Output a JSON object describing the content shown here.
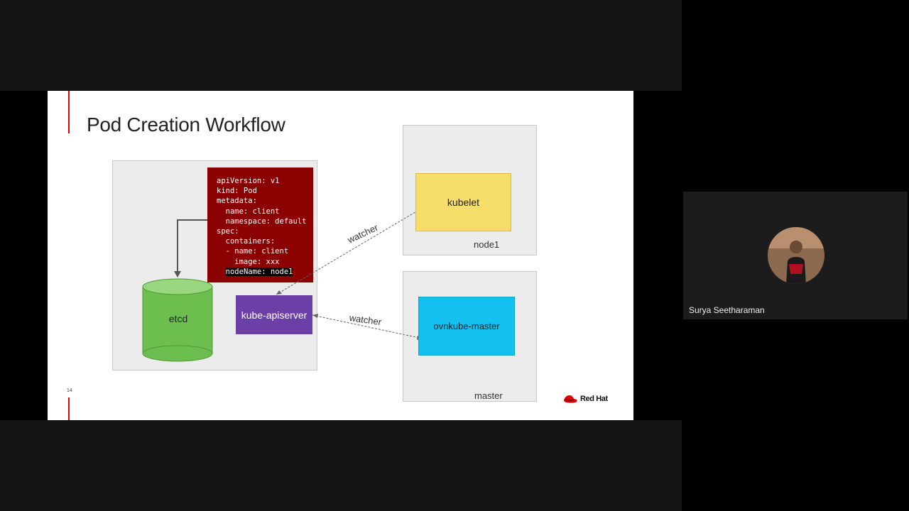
{
  "slide": {
    "title": "Pod Creation Workflow",
    "page_number": "14",
    "yaml_lines": [
      "apiVersion: v1",
      "kind: Pod",
      "metadata:",
      "  name: client",
      "  namespace: default",
      "spec:",
      "  containers:",
      "  - name: client",
      "    image: xxx"
    ],
    "yaml_highlight": "nodeName: node1",
    "etcd_label": "etcd",
    "apiserver_label": "kube-apiserver",
    "kubelet_label": "kubelet",
    "node1_label": "node1",
    "ovnkube_label": "ovnkube-master",
    "master_label": "master",
    "watcher_top": "watcher",
    "watcher_bottom": "watcher",
    "brand": "Red Hat"
  },
  "participant": {
    "name": "Surya Seetharaman"
  },
  "colors": {
    "yaml_bg": "#8b0000",
    "apiserver_bg": "#6b3fa5",
    "kubelet_bg": "#f7de6a",
    "ovnkube_bg": "#13c0ef",
    "etcd_bg": "#6cbf4f",
    "brand_red": "#e00000"
  }
}
